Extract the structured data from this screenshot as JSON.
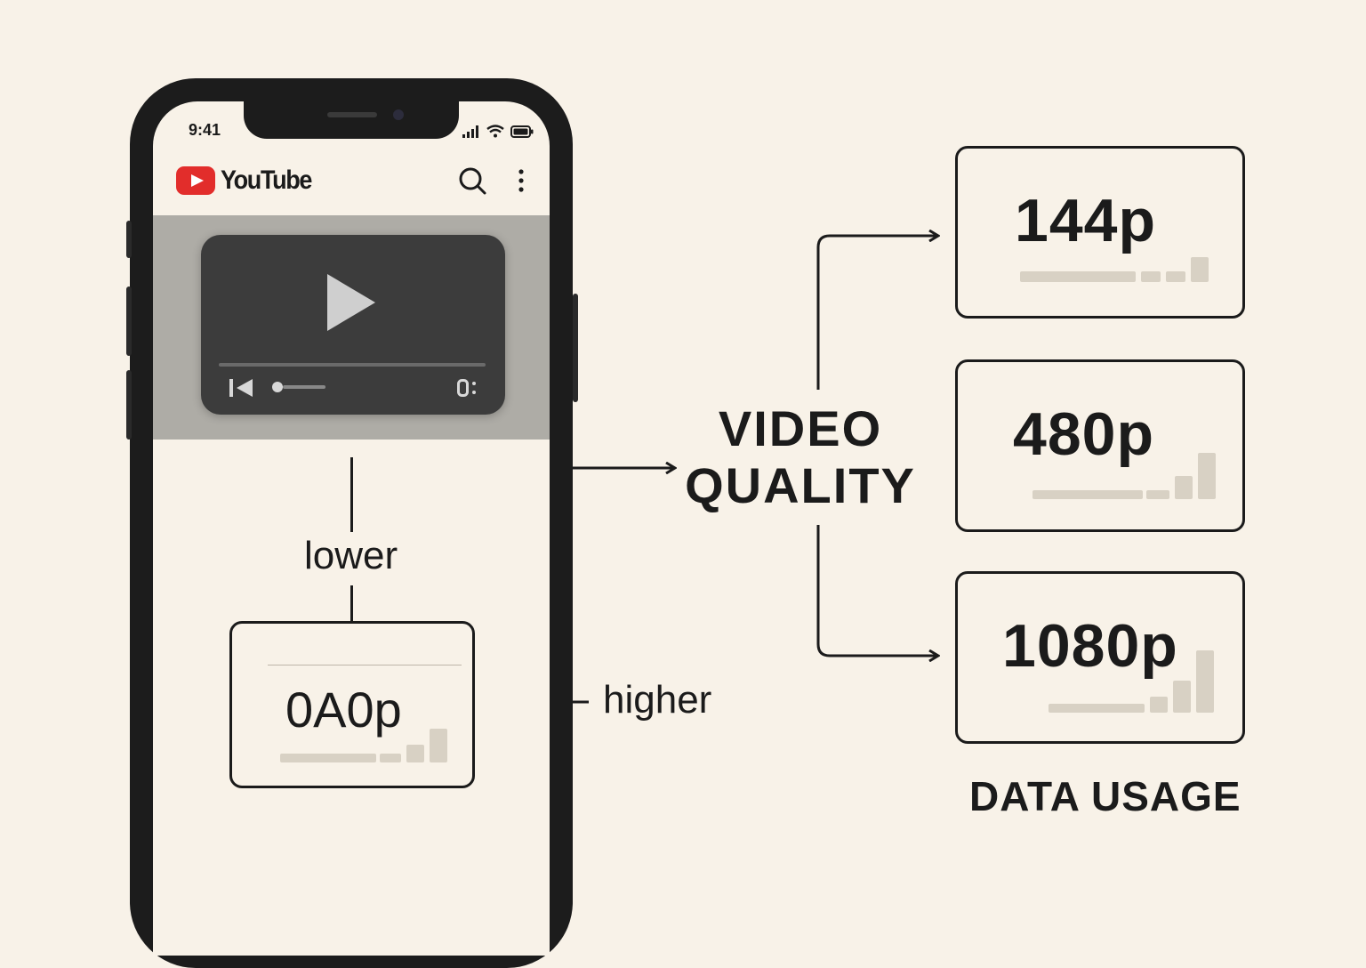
{
  "status_bar": {
    "time": "9:41"
  },
  "app_header": {
    "brand": "YouTube"
  },
  "labels": {
    "lower": "lower",
    "higher": "higher",
    "video_quality_line1": "VIDEO",
    "video_quality_line2": "QUALITY",
    "data_usage": "DATA USAGE"
  },
  "phone_quality_box": {
    "label": "0A0p"
  },
  "quality_options": [
    {
      "label": "144p"
    },
    {
      "label": "480p"
    },
    {
      "label": "1080p"
    }
  ],
  "colors": {
    "background": "#f8f2e8",
    "ink": "#1b1b1b",
    "youtube_red": "#e22d2b",
    "usage_bar": "#d8d1c4"
  }
}
